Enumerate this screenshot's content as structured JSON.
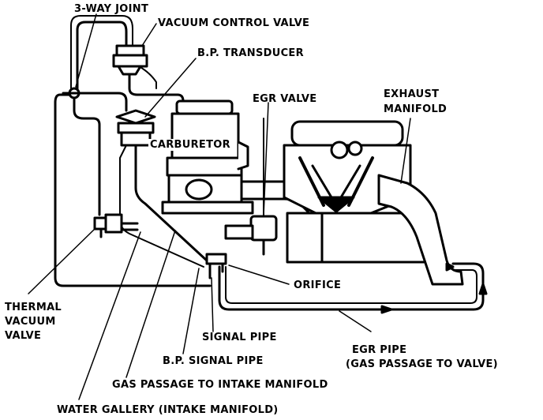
{
  "labels": {
    "three_way_joint": "3-WAY JOINT",
    "vacuum_control_valve": "VACUUM CONTROL VALVE",
    "bp_transducer": "B.P. TRANSDUCER",
    "egr_valve": "EGR VALVE",
    "exhaust_manifold_line1": "EXHAUST",
    "exhaust_manifold_line2": "MANIFOLD",
    "carburetor": "CARBURETOR",
    "orifice": "ORIFICE",
    "thermal_line1": "THERMAL",
    "thermal_line2": "VACUUM",
    "thermal_line3": "VALVE",
    "signal_pipe": "SIGNAL PIPE",
    "egr_pipe_line1": "EGR PIPE",
    "egr_pipe_line2": "(GAS PASSAGE TO VALVE)",
    "bp_signal_pipe": "B.P. SIGNAL PIPE",
    "gas_passage": "GAS PASSAGE TO INTAKE MANIFOLD",
    "water_gallery": "WATER GALLERY (INTAKE MANIFOLD)"
  },
  "colors": {
    "ink": "#000000",
    "paper": "#ffffff"
  }
}
